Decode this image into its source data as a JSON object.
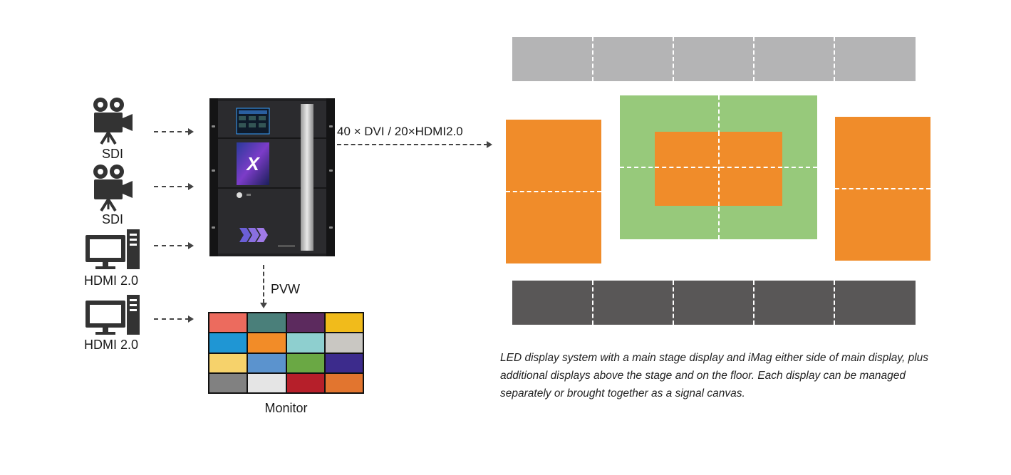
{
  "inputs": [
    {
      "label": "SDI",
      "icon": "video-camera-icon"
    },
    {
      "label": "SDI",
      "icon": "video-camera-icon"
    },
    {
      "label": "HDMI 2.0",
      "icon": "computer-icon"
    },
    {
      "label": "HDMI 2.0",
      "icon": "computer-icon"
    }
  ],
  "processor": {
    "brand_mark": "X",
    "icon": "video-processor-icon"
  },
  "output_label": "40 × DVI / 20×HDMI2.0",
  "preview_label": "PVW",
  "monitor": {
    "label": "Monitor",
    "swatches": [
      "#ec6b5e",
      "#4a7f7a",
      "#5c2a5e",
      "#f1bb1b",
      "#1f96d4",
      "#f28c28",
      "#8ecfcf",
      "#c9c7c2",
      "#f6d26b",
      "#5b93ce",
      "#6aa844",
      "#3c2b8c",
      "#818181",
      "#e5e5e5",
      "#b61f2a",
      "#e2752f"
    ]
  },
  "displays": {
    "top_color": "#b4b4b5",
    "floor_color": "#595757",
    "imag_color": "#f08c2a",
    "stage_color": "#97c97b",
    "center_color": "#f08c2a"
  },
  "caption": "LED display system with a main stage display and iMag either side of main display, plus additional displays above the stage and on the floor. Each display can be managed separately or brought together as a signal canvas."
}
